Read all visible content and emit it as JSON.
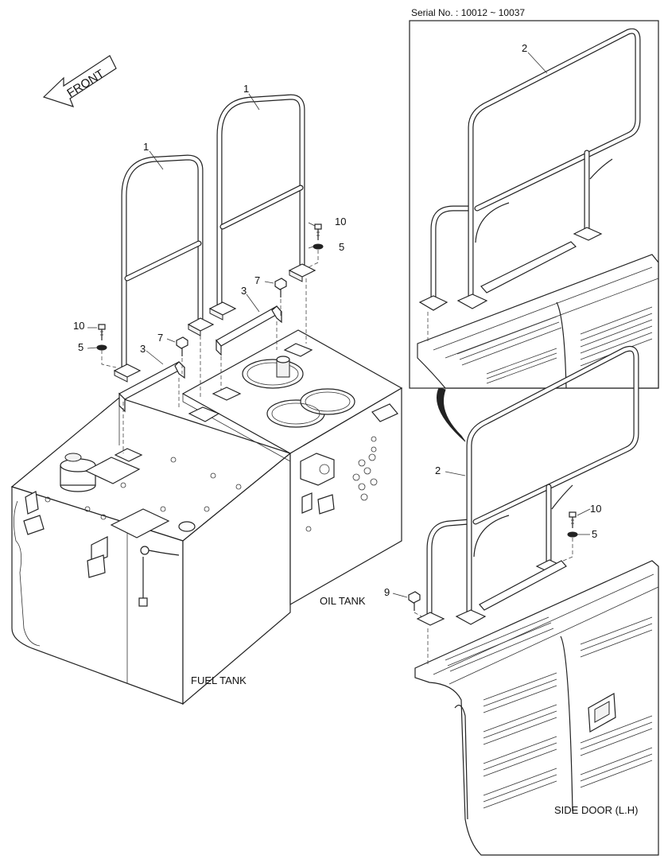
{
  "header": {
    "serial": "Serial No. : 10012 ~ 10037"
  },
  "captions": {
    "front": "FRONT",
    "fuel_tank": "FUEL TANK",
    "oil_tank": "OIL TANK",
    "side_door": "SIDE DOOR (L.H)"
  },
  "callouts": {
    "c1a": "1",
    "c1b": "1",
    "c2a": "2",
    "c2b": "2",
    "c3a": "3",
    "c3b": "3",
    "c5a": "5",
    "c5b": "5",
    "c5c": "5",
    "c7a": "7",
    "c7b": "7",
    "c9": "9",
    "c10a": "10",
    "c10b": "10",
    "c10c": "10"
  }
}
